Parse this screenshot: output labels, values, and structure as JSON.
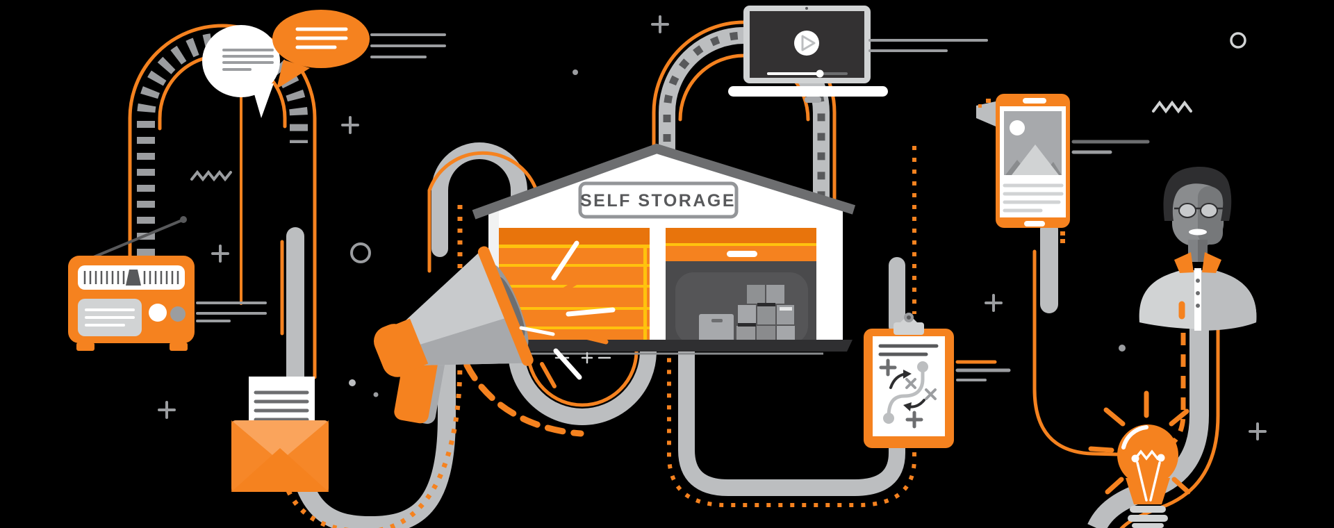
{
  "scene": {
    "title": "Self storage marketing concept illustration",
    "background": "#000000",
    "sign_text": "SELF STORAGE",
    "palette": {
      "orange": "#F5821F",
      "orange-dark": "#E8740C",
      "orange-light": "#FAA45C",
      "yellow": "#FFC20E",
      "road": "#BCBEC0",
      "gray-light": "#D1D3D4",
      "gray-mid": "#9B9DA0",
      "gray-dark": "#6D6E70",
      "charcoal": "#58595B",
      "ink": "#2E2E30",
      "interior": "#4A4A4C",
      "ground": "#2F2F31",
      "white": "#FFFFFF",
      "screen": "#333132"
    },
    "video_player": {
      "progress_fraction": 0.66
    },
    "icons": [
      {
        "name": "speech-bubbles-icon"
      },
      {
        "name": "radio-icon"
      },
      {
        "name": "envelope-letter-icon"
      },
      {
        "name": "megaphone-icon"
      },
      {
        "name": "storage-building-icon"
      },
      {
        "name": "laptop-video-icon"
      },
      {
        "name": "smartphone-icon"
      },
      {
        "name": "clipboard-strategy-icon"
      },
      {
        "name": "customer-avatar-icon"
      },
      {
        "name": "lightbulb-icon"
      }
    ]
  }
}
